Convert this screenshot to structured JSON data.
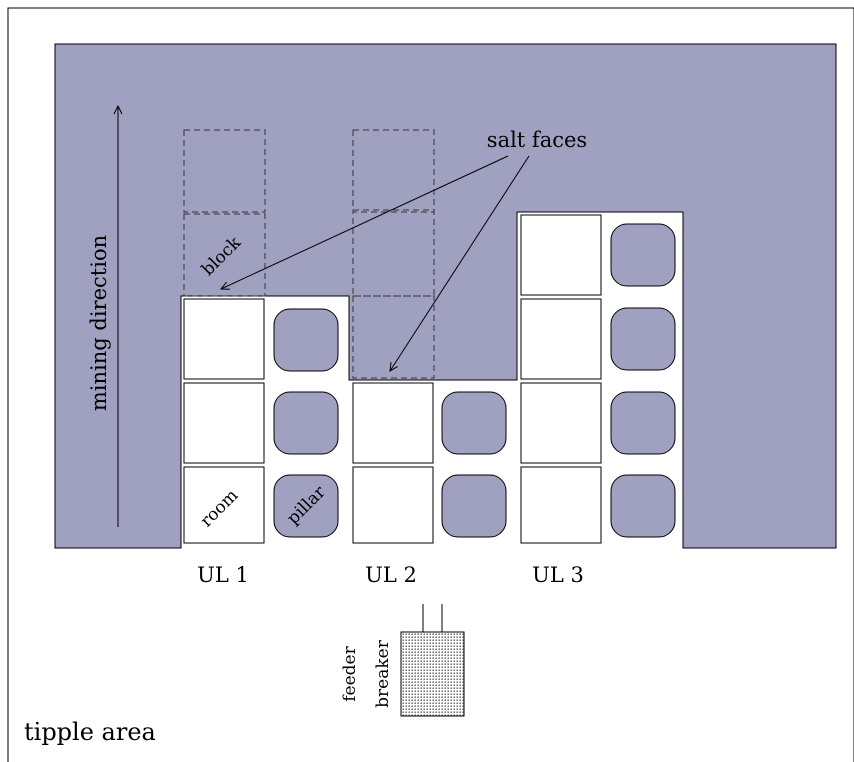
{
  "colors": {
    "rock": "#a0a0c0",
    "outline": "#000000",
    "room_fill": "#ffffff",
    "stipple": "#555555"
  },
  "labels": {
    "mining_direction": "mining direction",
    "salt_faces": "salt faces",
    "block": "block",
    "room": "room",
    "pillar": "pillar",
    "feeder": "feeder",
    "breaker": "breaker",
    "tipple_area": "tipple area"
  },
  "units": [
    {
      "label": "UL 1",
      "rows": 3
    },
    {
      "label": "UL 2",
      "rows": 2
    },
    {
      "label": "UL 3",
      "rows": 4
    }
  ]
}
